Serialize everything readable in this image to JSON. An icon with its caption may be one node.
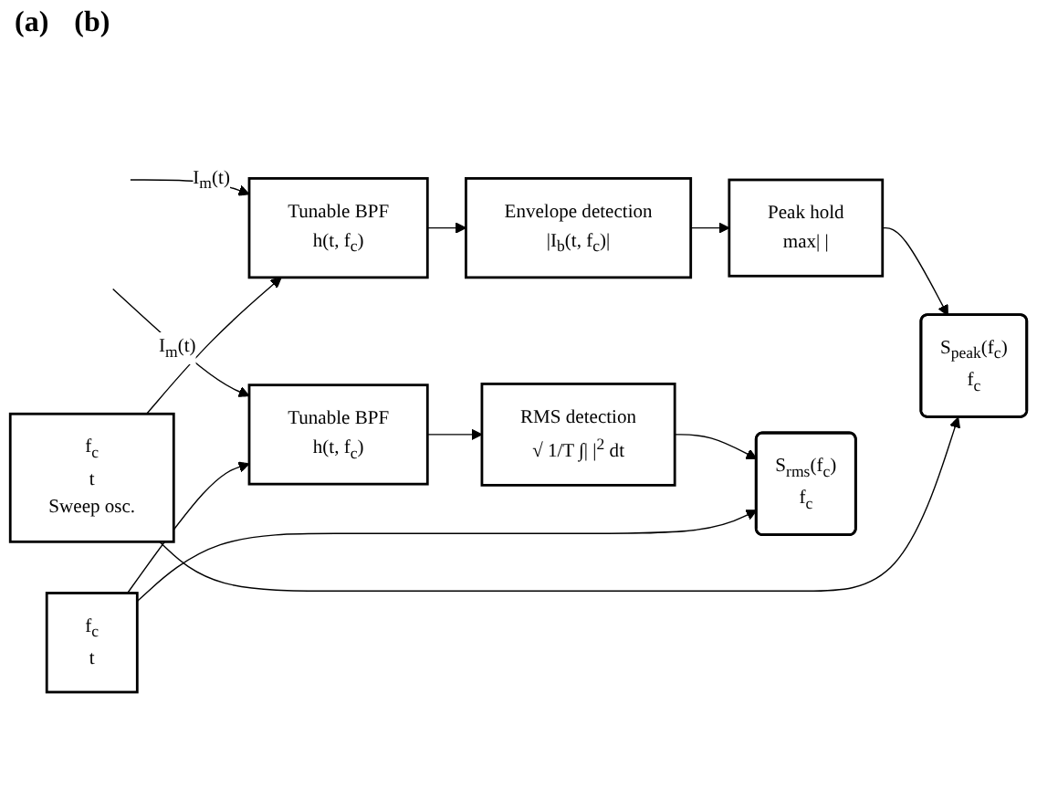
{
  "diagram": {
    "nodes": [
      {
        "text": [
          "Tunable BPF",
          "h(t, f$_{c}$)"
        ]
      },
      {
        "text": [
          "Envelope detection",
          "|I$_{b}$(t, f$_{c}$)|"
        ]
      },
      {
        "text": [
          "Peak hold",
          "max|   |"
        ]
      },
      {
        "text": [
          "S$_{peak}$(f$_{c}$)",
          "f$_{c}$"
        ]
      },
      {
        "text": [
          "f$_{c}$",
          "t",
          "Sweep osc."
        ]
      },
      {
        "text": [
          "Tunable BPF",
          "h(t, f$_{c}$)"
        ]
      },
      {
        "text": [
          "RMS detection",
          "√ 1/T ∫|   |$^{2}$ dt"
        ]
      },
      {
        "text": [
          "S$_{rms}$(f$_{c}$)",
          "f$_{c}$"
        ]
      },
      {
        "text": [
          "f$_{c}$",
          "t"
        ]
      }
    ],
    "edges": [
      {
        "from": null,
        "to": 0,
        "arrow": "to",
        "label": "I$_{m}$(t)"
      },
      {
        "from": 0,
        "to": 1,
        "arrow": "to"
      },
      {
        "from": 1,
        "to": 2,
        "arrow": "to"
      },
      {
        "from": 2,
        "to": 3,
        "arrow": "to"
      },
      {
        "from": 4,
        "to": 0,
        "arrow": "to"
      },
      {
        "from": 4,
        "to": 3,
        "arrow": "to"
      },
      {
        "from": null,
        "to": 5,
        "arrow": "to",
        "label": "I$_{m}$(t)"
      },
      {
        "from": 5,
        "to": 6,
        "arrow": "to"
      },
      {
        "from": 6,
        "to": 7,
        "arrow": "to"
      },
      {
        "from": 8,
        "to": 5,
        "arrow": "to"
      },
      {
        "from": 8,
        "to": 7,
        "arrow": "to"
      }
    ],
    "labels": [
      "(a)",
      "(b)"
    ]
  }
}
